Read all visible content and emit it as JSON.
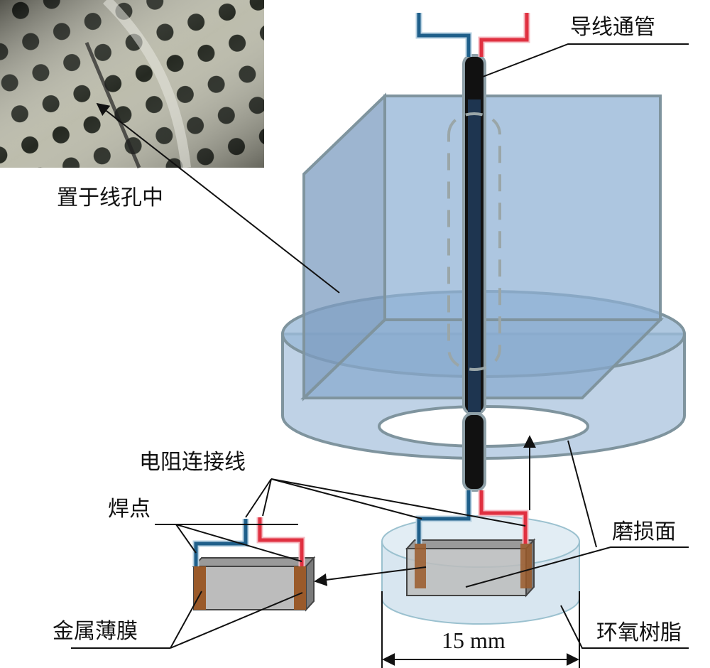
{
  "labels": {
    "wire_tube": "导线通管",
    "in_hole": "置于线孔中",
    "resistor_wire": "电阻连接线",
    "solder_point": "焊点",
    "wear_surface": "磨损面",
    "metal_film": "金属薄膜",
    "epoxy": "环氧树脂",
    "dimension": "15 mm"
  },
  "colors": {
    "wire_red": "#e03040",
    "wire_blue": "#1f5f8a",
    "block_fill": "#8aaed0",
    "resin_fill": "#d8e6f0",
    "film_brown": "#9a5a2a",
    "substrate_gray": "#bcbcbc"
  }
}
